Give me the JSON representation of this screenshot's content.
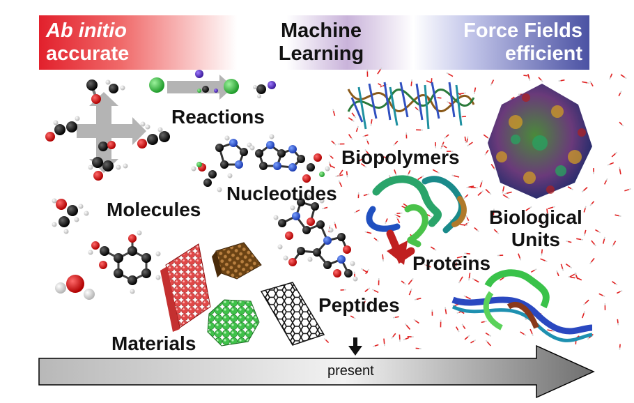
{
  "banner": {
    "left_line1": "Ab initio",
    "left_line2": "accurate",
    "middle_line1": "Machine",
    "middle_line2": "Learning",
    "right_line1": "Force Fields",
    "right_line2": "efficient"
  },
  "labels": {
    "reactions": "Reactions",
    "molecules": "Molecules",
    "nucleotides": "Nucleotides",
    "materials": "Materials",
    "peptides": "Peptides",
    "biopolymers": "Biopolymers",
    "proteins": "Proteins",
    "biological_line1": "Biological",
    "biological_line2": "Units"
  },
  "timeline": {
    "marker_label": "present"
  },
  "colors": {
    "ab_initio": "#e2202c",
    "machine_learning": "#c9b3da",
    "force_fields": "#4b52a3"
  }
}
